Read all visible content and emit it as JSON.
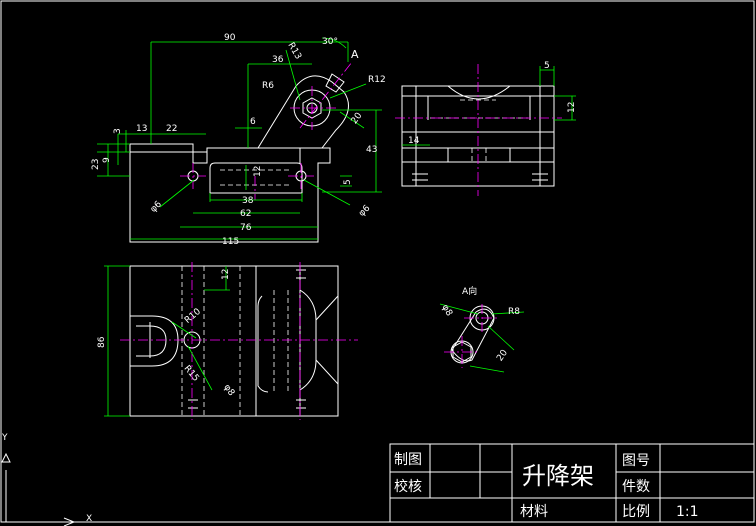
{
  "dimensions": {
    "d90": "90",
    "d30deg": "30°",
    "dA": "A",
    "dR13": "R13",
    "d36": "36",
    "dR6": "R6",
    "dR12": "R12",
    "d20a": "20",
    "d6": "6",
    "d13": "13",
    "d22": "22",
    "d3": "3",
    "d23": "23",
    "d9": "9",
    "d43": "43",
    "d12a": "12",
    "d5a": "5",
    "d38": "38",
    "d62": "62",
    "d76": "76",
    "d115": "115",
    "dphi6a": "φ6",
    "dphi6b": "φ6",
    "d5b": "5",
    "d12b": "12",
    "d14": "14",
    "d12c": "12",
    "d86": "86",
    "dR10": "R10",
    "dR15": "R15",
    "dphi8a": "φ8",
    "aview": "A向",
    "dphi8b": "φ8",
    "dR8": "R8",
    "d20b": "20"
  },
  "title_block": {
    "drawn": "制图",
    "checked": "校核",
    "title": "升降架",
    "drawing_no": "图号",
    "quantity": "件数",
    "material": "材料",
    "scale_label": "比例",
    "scale_value": "1:1"
  },
  "ucs": {
    "y": "Y",
    "x": "X"
  }
}
